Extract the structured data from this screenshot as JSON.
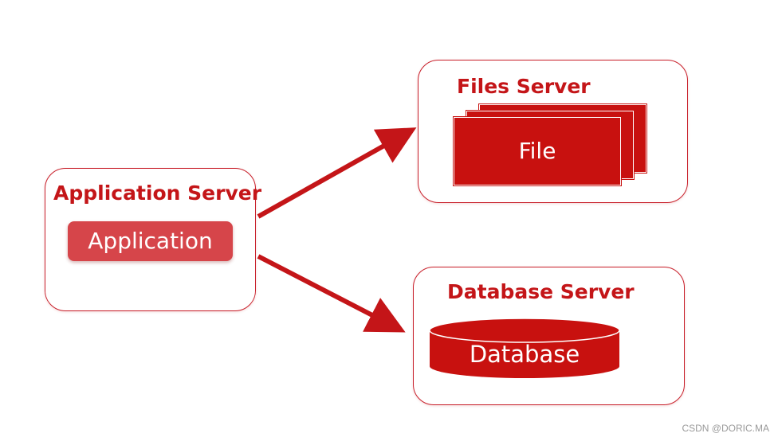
{
  "application_server": {
    "title": "Application Server",
    "component": "Application"
  },
  "files_server": {
    "title": "Files Server",
    "component": "File"
  },
  "database_server": {
    "title": "Database Server",
    "component": "Database"
  },
  "watermark": "CSDN @DORIC.MA",
  "colors": {
    "accent": "#c41518",
    "fill": "#c8110f",
    "pill": "#d6454a",
    "border": "#c8202b"
  },
  "edges": [
    {
      "from": "Application Server",
      "to": "Files Server"
    },
    {
      "from": "Application Server",
      "to": "Database Server"
    }
  ]
}
